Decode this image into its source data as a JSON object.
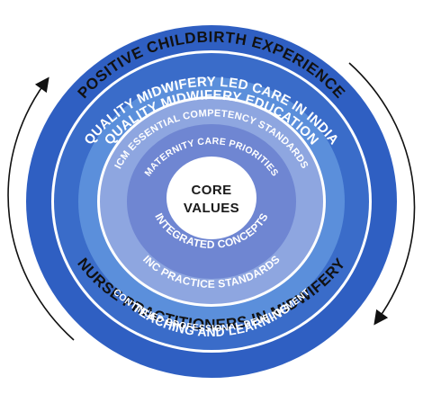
{
  "diagram": {
    "outer_top_label": "POSITIVE CHILDBIRTH EXPERIENCE",
    "outer_bottom_label": "NURSE PRACTITIONERS IN MIDWIFERY",
    "rings": [
      {
        "top_label": "QUALITY MIDWIFERY LED CARE IN INDIA",
        "bottom_label": "CONTINUED PROFESSIONAL DEVELOPMENT",
        "fill": "#3a6cc9"
      },
      {
        "top_label": "QUALITY MIDWIFERY EDUCATION",
        "bottom_label": "TEACHING AND LEARNING",
        "fill": "#5b8fdb"
      },
      {
        "top_label": "ICM ESSENTIAL COMPETENCY STANDARDS",
        "bottom_label": "INC PRACTICE STANDARDS",
        "fill": "#8ea6e0"
      },
      {
        "top_label": "MATERNITY CARE PRIORITIES",
        "bottom_label": "INTEGRATED CONCEPTS",
        "fill": "#6f86d2"
      }
    ],
    "core": {
      "line1": "CORE",
      "line2": "VALUES"
    },
    "colors": {
      "outer_ring": "#2f5fc2",
      "white_separator": "#ffffff",
      "arrow": "#111111"
    },
    "arrow_direction": "clockwise"
  }
}
